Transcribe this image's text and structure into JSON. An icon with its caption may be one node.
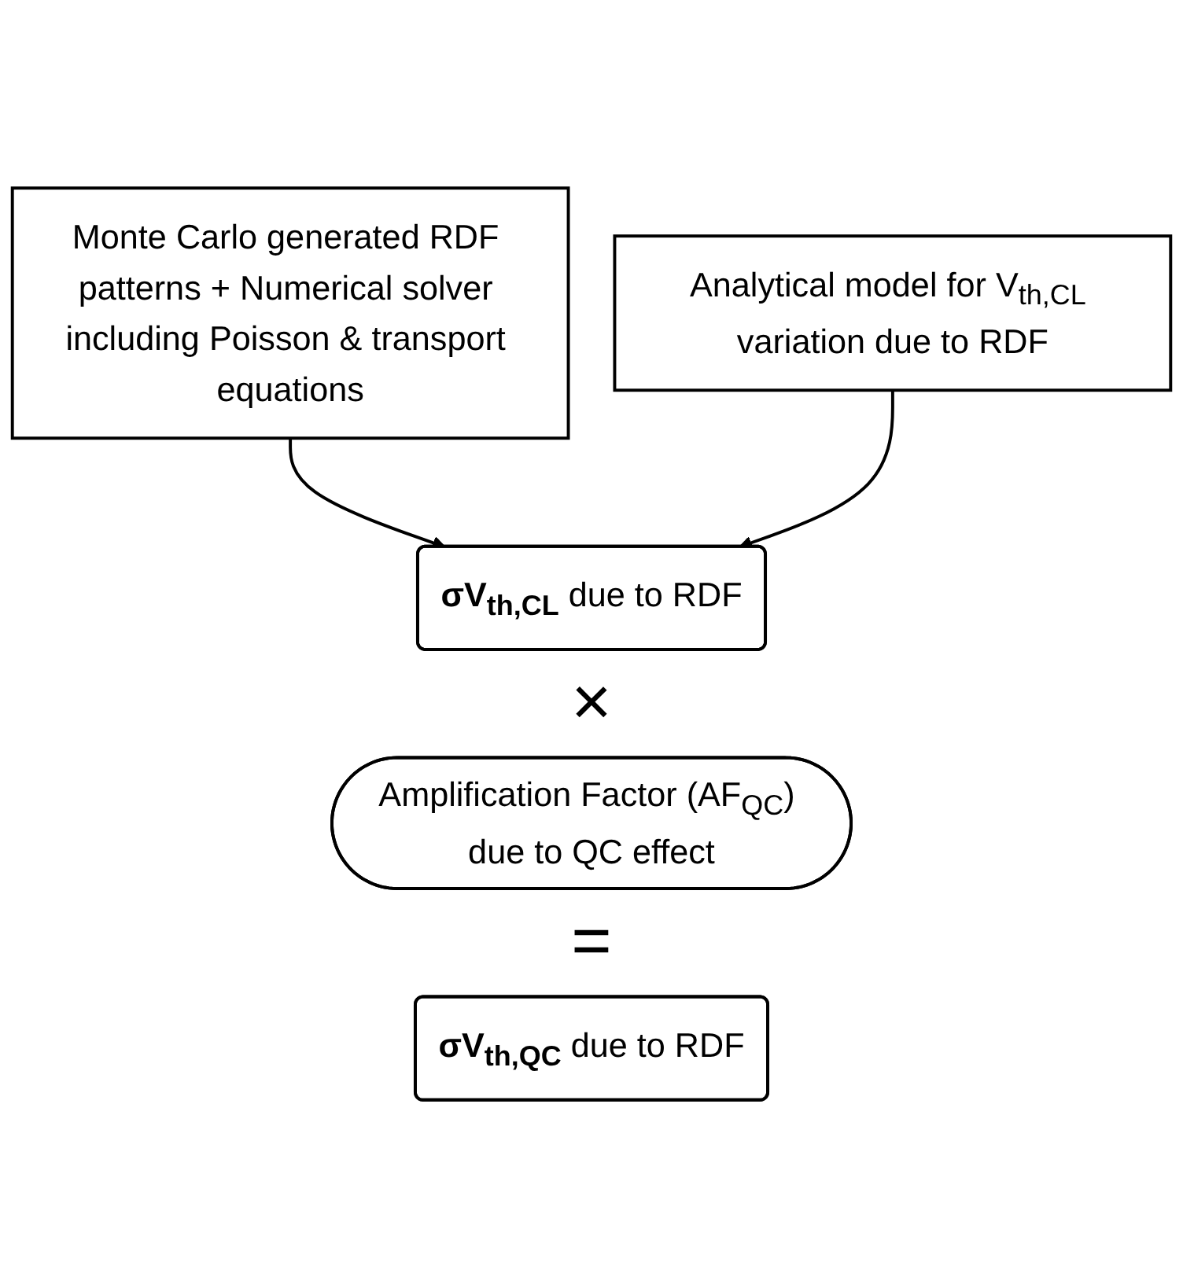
{
  "diagram": {
    "nodes": [
      {
        "text": [
          "Monte Carlo generated RDF patterns + Numerical solver including Poisson & transport equations"
        ]
      },
      {
        "text": [
          "Analytical model for V$_{th,CL}$ variation due to RDF"
        ]
      },
      {
        "text": [
          "**σV$_{th,CL}$** due to RDF"
        ]
      },
      {
        "text": [
          "Amplification Factor (AF$_{QC}$) due to QC effect"
        ]
      },
      {
        "text": [
          "**σV$_{th,QC}$** due to RDF"
        ]
      }
    ],
    "edges": [
      {
        "from": 0,
        "to": 2,
        "arrow": "to"
      },
      {
        "from": 1,
        "to": 2,
        "arrow": "to"
      }
    ],
    "labels": [
      "×",
      "="
    ]
  }
}
